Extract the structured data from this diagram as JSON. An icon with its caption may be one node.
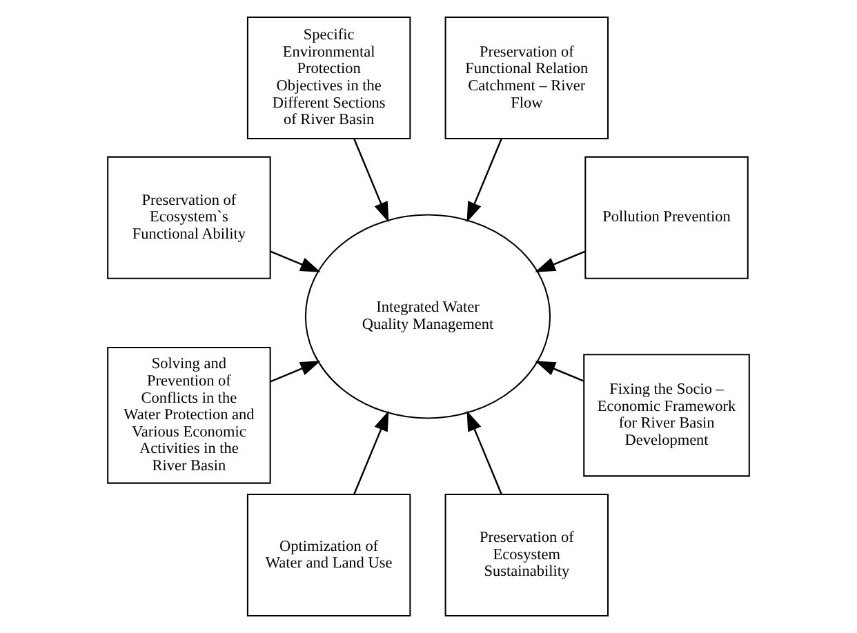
{
  "diagram": {
    "nodes": [
      {
        "text": [
          "Pollution Prevention"
        ]
      },
      {
        "text": [
          "Preservation of Functional Relation Catchment – River Flow"
        ]
      },
      {
        "text": [
          "Specific Environmental Protection Objectives in the Different Sections of River Basin"
        ]
      },
      {
        "text": [
          "Preservation of Ecosystem`s Functional Ability"
        ]
      },
      {
        "text": [
          "Integrated Water Quality Management"
        ]
      },
      {
        "text": [
          "Solving and Prevention of Conflicts in the Water Protection and Various Economic Activities in the River Basin"
        ]
      },
      {
        "text": [
          "Optimization of Water and Land Use"
        ]
      },
      {
        "text": [
          "Preservation of Ecosystem Sustainability"
        ]
      },
      {
        "text": [
          "Fixing the Socio – Economic Framework for River Basin Development"
        ]
      }
    ],
    "edges": [
      {
        "from": 0,
        "to": 4,
        "arrow": "to"
      },
      {
        "from": 1,
        "to": 4,
        "arrow": "to"
      },
      {
        "from": 2,
        "to": 4,
        "arrow": "to"
      },
      {
        "from": 3,
        "to": 4,
        "arrow": "to"
      },
      {
        "from": 5,
        "to": 4,
        "arrow": "to"
      },
      {
        "from": 6,
        "to": 4,
        "arrow": "to"
      },
      {
        "from": 7,
        "to": 4,
        "arrow": "to"
      },
      {
        "from": 8,
        "to": 4,
        "arrow": "to"
      }
    ]
  }
}
